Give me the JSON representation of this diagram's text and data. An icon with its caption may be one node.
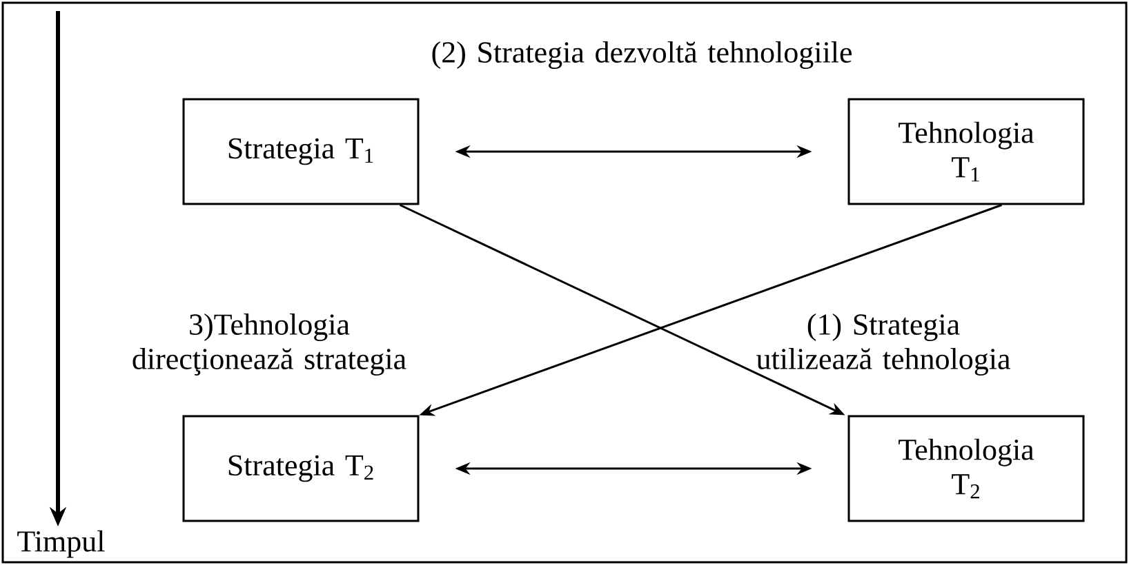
{
  "diagram": {
    "nodes": [
      {
        "text": [
          "Strategia T$_{1}$"
        ]
      },
      {
        "text": [
          "Tehnologia T$_{1}$"
        ]
      },
      {
        "text": [
          "Strategia T$_{2}$"
        ]
      },
      {
        "text": [
          "Tehnologia T$_{2}$"
        ]
      }
    ],
    "edges": [
      {
        "from": 0,
        "to": 1,
        "arrow": "both",
        "label": "(2) Strategia dezvoltă tehnologiile"
      },
      {
        "from": 2,
        "to": 3,
        "arrow": "both"
      },
      {
        "from": 0,
        "to": 3,
        "arrow": "to",
        "label": "(1) Strategia utilizează tehnologia"
      },
      {
        "from": 1,
        "to": 2,
        "arrow": "to",
        "label": "3)Tehnologia direcţionează strategia"
      }
    ],
    "labels": [
      "Timpul"
    ]
  }
}
